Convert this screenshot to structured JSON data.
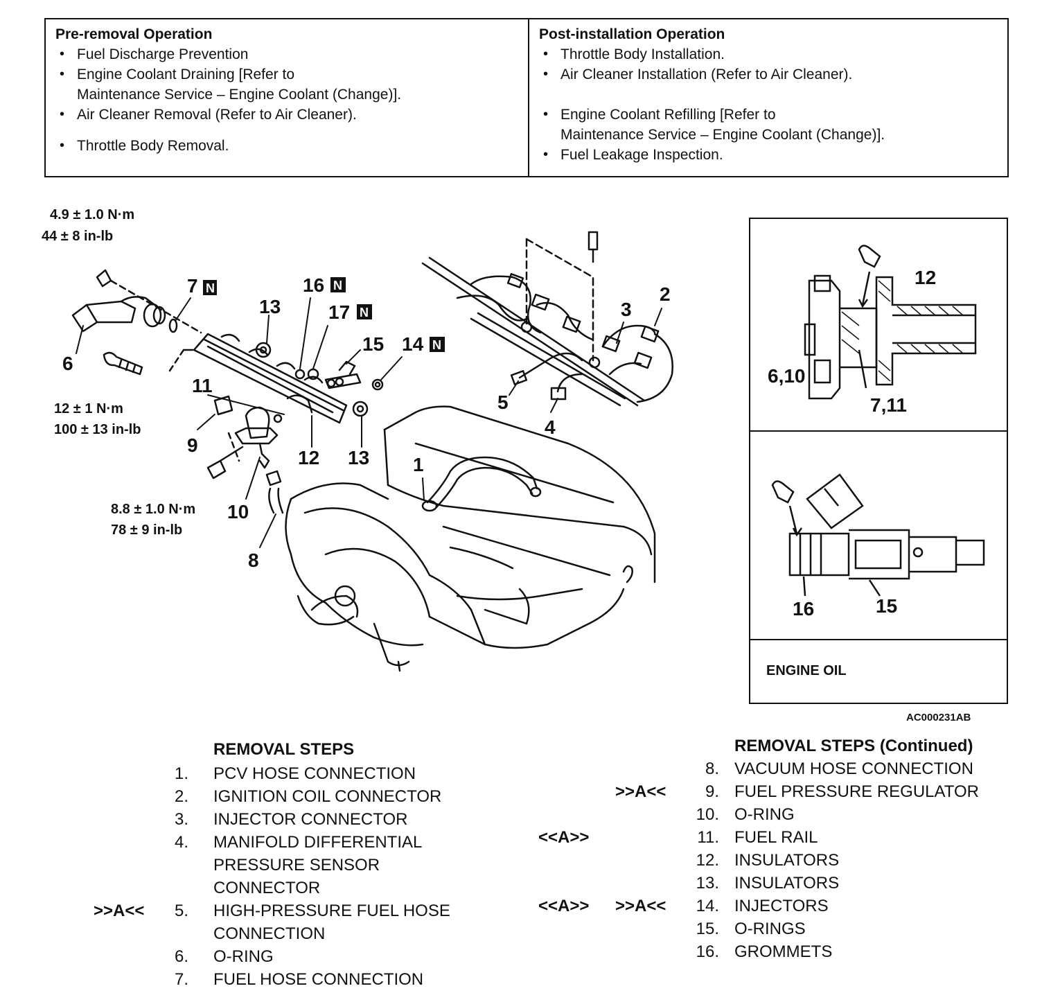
{
  "pre_removal": {
    "title": "Pre-removal Operation",
    "items": [
      "Fuel Discharge Prevention",
      "Engine Coolant Draining [Refer to\nMaintenance Service – Engine Coolant (Change)].",
      "Air Cleaner Removal (Refer to Air Cleaner).",
      "Throttle Body Removal."
    ]
  },
  "post_installation": {
    "title": "Post-installation Operation",
    "items": [
      "Throttle Body Installation.",
      "Air Cleaner Installation (Refer to Air Cleaner).",
      "Engine Coolant Refilling [Refer to\nMaintenance Service – Engine Coolant (Change)].",
      "Fuel Leakage Inspection."
    ]
  },
  "torque_specs": {
    "t1_nm": "4.9 ± 1.0 N·m",
    "t1_inlb": "44 ± 8 in-lb",
    "t2_nm": "12 ± 1 N·m",
    "t2_inlb": "100 ± 13 in-lb",
    "t3_nm": "8.8 ± 1.0 N·m",
    "t3_inlb": "78 ± 9 in-lb"
  },
  "callouts": {
    "c1": "1",
    "c2": "2",
    "c3": "3",
    "c4": "4",
    "c5": "5",
    "c6": "6",
    "c7": "7",
    "c8": "8",
    "c9": "9",
    "c10": "10",
    "c11": "11",
    "c12": "12",
    "c13a": "13",
    "c13b": "13",
    "c14": "14",
    "c15": "15",
    "c16": "16",
    "c17": "17",
    "new_badge": "N"
  },
  "inset": {
    "label_6_10": "6,10",
    "label_7_11": "7,11",
    "label_12": "12",
    "label_16": "16",
    "label_15": "15",
    "engine_oil": "ENGINE OIL"
  },
  "figure_code": "AC000231AB",
  "removal_steps": {
    "heading": "REMOVAL STEPS",
    "items": [
      {
        "num": "1.",
        "label": "PCV HOSE CONNECTION",
        "mark": ""
      },
      {
        "num": "2.",
        "label": "IGNITION COIL CONNECTOR",
        "mark": ""
      },
      {
        "num": "3.",
        "label": "INJECTOR CONNECTOR",
        "mark": ""
      },
      {
        "num": "4.",
        "label": "MANIFOLD DIFFERENTIAL\nPRESSURE SENSOR\nCONNECTOR",
        "mark": ""
      },
      {
        "num": "5.",
        "label": "HIGH-PRESSURE FUEL HOSE\nCONNECTION",
        "mark": ">>A<<"
      },
      {
        "num": "6.",
        "label": "O-RING",
        "mark": ""
      },
      {
        "num": "7.",
        "label": "FUEL HOSE CONNECTION",
        "mark": ""
      }
    ]
  },
  "removal_steps_continued": {
    "heading": "REMOVAL STEPS (Continued)",
    "items": [
      {
        "num": "8.",
        "label": "VACUUM HOSE CONNECTION",
        "mark_a": "",
        "mark_b": ""
      },
      {
        "num": "9.",
        "label": "FUEL PRESSURE REGULATOR",
        "mark_a": "",
        "mark_b": ">>A<<"
      },
      {
        "num": "10.",
        "label": "O-RING",
        "mark_a": "",
        "mark_b": ""
      },
      {
        "num": "11.",
        "label": "FUEL RAIL",
        "mark_a": "<<A>>",
        "mark_b": ""
      },
      {
        "num": "12.",
        "label": "INSULATORS",
        "mark_a": "",
        "mark_b": ""
      },
      {
        "num": "13.",
        "label": "INSULATORS",
        "mark_a": "",
        "mark_b": ""
      },
      {
        "num": "14.",
        "label": "INJECTORS",
        "mark_a": "<<A>>",
        "mark_b": ">>A<<"
      },
      {
        "num": "15.",
        "label": "O-RINGS",
        "mark_a": "",
        "mark_b": ""
      },
      {
        "num": "16.",
        "label": "GROMMETS",
        "mark_a": "",
        "mark_b": ""
      }
    ]
  }
}
